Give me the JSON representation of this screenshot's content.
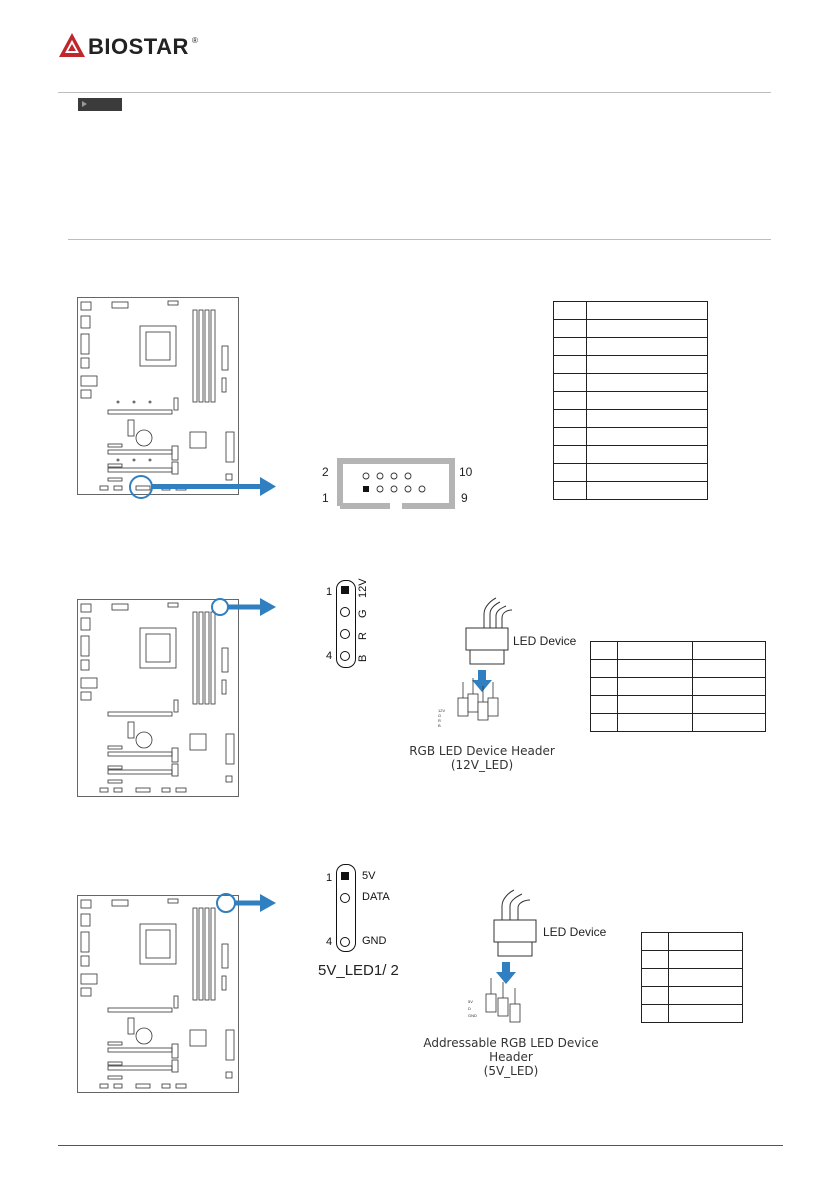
{
  "brand": {
    "name": "BIOSTAR",
    "registered": "®",
    "logo_color": "#c0272d"
  },
  "colors": {
    "accent_red": "#c0272d",
    "arrow_blue": "#2f7fc1",
    "rule_gray": "#bdbdbd",
    "note_tag": "#3b3b3b"
  },
  "header_10pin": {
    "label_top_left": "2",
    "label_bottom_left": "1",
    "label_top_right": "10",
    "label_bottom_right": "9"
  },
  "rgb_header": {
    "pins": [
      {
        "num": "1",
        "name": "12V"
      },
      {
        "num": "",
        "name": "G"
      },
      {
        "num": "",
        "name": "R"
      },
      {
        "num": "4",
        "name": "B"
      }
    ],
    "led_device_label": "LED Device",
    "caption_line1": "RGB LED Device Header",
    "caption_line2": "(12V_LED)",
    "plug_labels": [
      "12V",
      "G",
      "R",
      "B"
    ]
  },
  "argb_header": {
    "pins": [
      {
        "num": "1",
        "name": "5V"
      },
      {
        "num": "",
        "name": "DATA"
      },
      {
        "num": "",
        "name": ""
      },
      {
        "num": "4",
        "name": "GND"
      }
    ],
    "name_label": "5V_LED1/ 2",
    "led_device_label": "LED Device",
    "caption_line1": "Addressable RGB LED Device Header",
    "caption_line2": "(5V_LED)",
    "plug_labels": [
      "5V",
      "D",
      "GND"
    ]
  }
}
